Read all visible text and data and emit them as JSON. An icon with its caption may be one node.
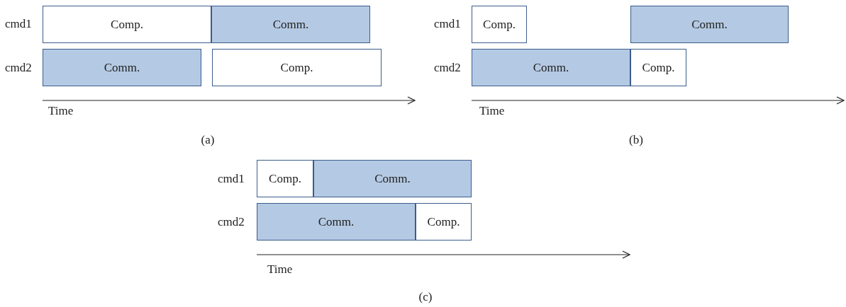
{
  "diagram": {
    "nodes": [
      {
        "text": [
          "Comp."
        ]
      },
      {
        "text": [
          "Comm."
        ]
      },
      {
        "text": [
          "Comm."
        ]
      },
      {
        "text": [
          "Comp."
        ]
      },
      {
        "text": [
          "Comp."
        ]
      },
      {
        "text": [
          "Comm."
        ]
      },
      {
        "text": [
          "Comm."
        ]
      },
      {
        "text": [
          "Comp."
        ]
      },
      {
        "text": [
          "Comp."
        ]
      },
      {
        "text": [
          "Comm."
        ]
      },
      {
        "text": [
          "Comm."
        ]
      },
      {
        "text": [
          "Comp."
        ]
      }
    ],
    "edges": [],
    "labels": [
      "cmd1",
      "cmd2",
      "Time",
      "(a)",
      "cmd1",
      "cmd2",
      "Time",
      "(b)",
      "cmd1",
      "cmd2",
      "Time",
      "(c)"
    ]
  }
}
